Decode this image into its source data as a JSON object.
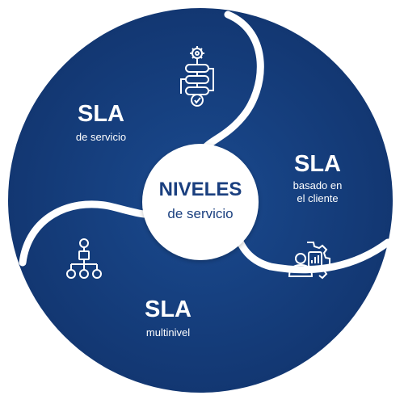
{
  "center": {
    "title": "NIVELES",
    "subtitle": "de servicio"
  },
  "segments": [
    {
      "id": "servicio",
      "title": "SLA",
      "subtitle": "de servicio",
      "icon": "process-flow-icon"
    },
    {
      "id": "cliente",
      "title": "SLA",
      "subtitle_lines": [
        "basado en",
        "el cliente"
      ],
      "icon": "customer-gear-analytics-icon"
    },
    {
      "id": "multinivel",
      "title": "SLA",
      "subtitle": "multinivel",
      "icon": "hierarchy-icon"
    }
  ],
  "colors": {
    "navy": "#143b79",
    "navy_dark": "#0f2f63",
    "white": "#ffffff",
    "center_text": "#1a3f7f"
  }
}
